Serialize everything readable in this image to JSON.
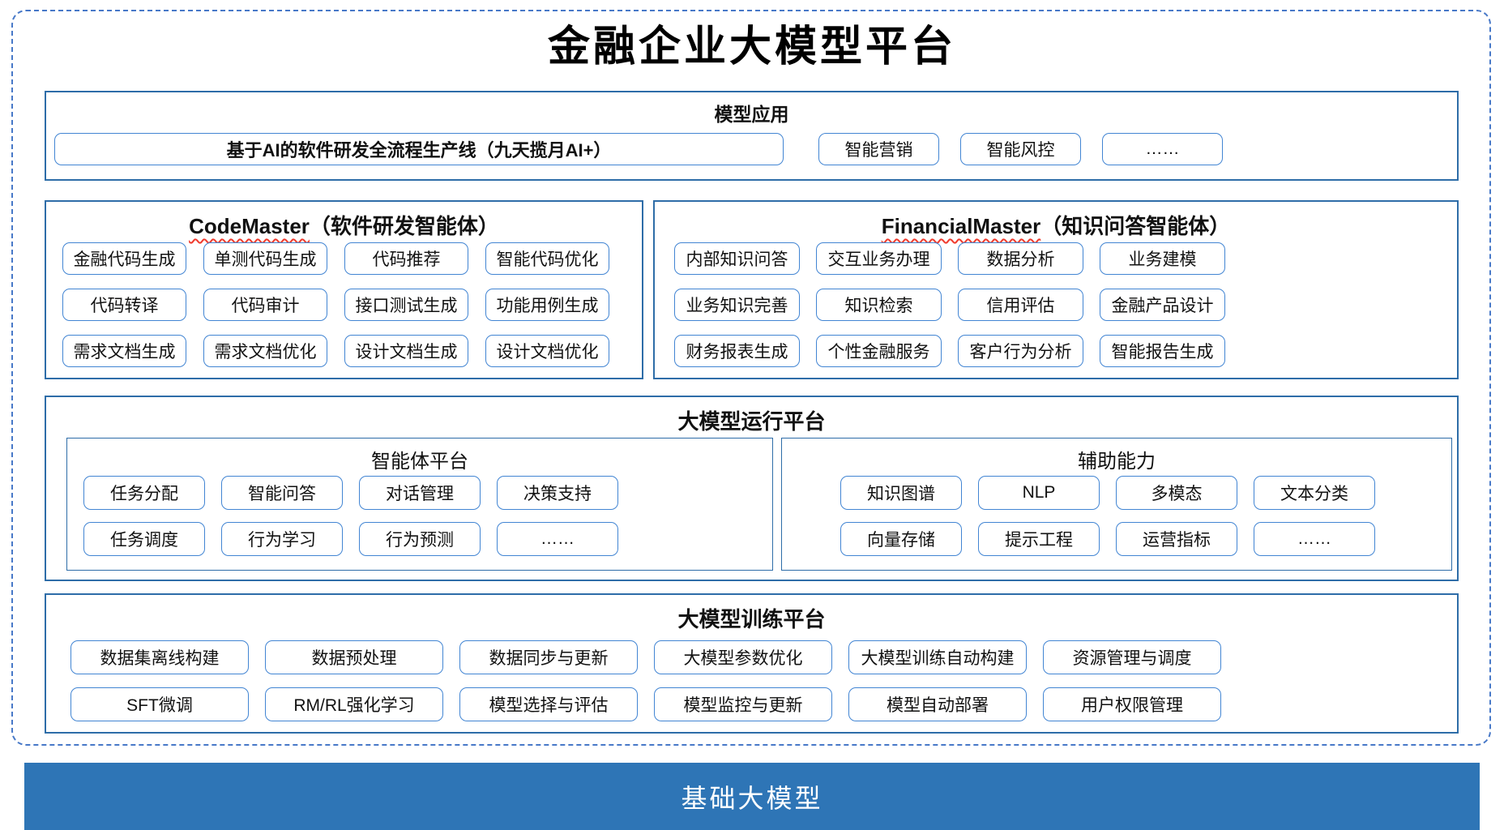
{
  "title": "金融企业大模型平台",
  "colors": {
    "section_border": "#2e6da8",
    "box_border": "#4285d3",
    "outer_dashed": "#4879c8",
    "footer_bar": "#2e75b6",
    "squiggle": "#f03a2d"
  },
  "model_app": {
    "header": "模型应用",
    "main_box": "基于AI的软件研发全流程生产线（九天揽月AI+）",
    "boxes": [
      "智能营销",
      "智能风控",
      "……"
    ]
  },
  "code_master": {
    "title_en": "CodeMaster",
    "title_zh": "（软件研发智能体）",
    "boxes": [
      "金融代码生成",
      "单测代码生成",
      "代码推荐",
      "智能代码优化",
      "代码转译",
      "代码审计",
      "接口测试生成",
      "功能用例生成",
      "需求文档生成",
      "需求文档优化",
      "设计文档生成",
      "设计文档优化"
    ]
  },
  "financial_master": {
    "title_en": "FinancialMaster",
    "title_zh": "（知识问答智能体）",
    "boxes": [
      "内部知识问答",
      "交互业务办理",
      "数据分析",
      "业务建模",
      "业务知识完善",
      "知识检索",
      "信用评估",
      "金融产品设计",
      "财务报表生成",
      "个性金融服务",
      "客户行为分析",
      "智能报告生成"
    ]
  },
  "run_platform": {
    "header": "大模型运行平台",
    "agent": {
      "title": "智能体平台",
      "boxes": [
        "任务分配",
        "智能问答",
        "对话管理",
        "决策支持",
        "任务调度",
        "行为学习",
        "行为预测",
        "……"
      ]
    },
    "aux": {
      "title": "辅助能力",
      "boxes": [
        "知识图谱",
        "NLP",
        "多模态",
        "文本分类",
        "向量存储",
        "提示工程",
        "运营指标",
        "……"
      ]
    }
  },
  "train_platform": {
    "header": "大模型训练平台",
    "boxes": [
      "数据集离线构建",
      "数据预处理",
      "数据同步与更新",
      "大模型参数优化",
      "大模型训练自动构建",
      "资源管理与调度",
      "SFT微调",
      "RM/RL强化学习",
      "模型选择与评估",
      "模型监控与更新",
      "模型自动部署",
      "用户权限管理"
    ]
  },
  "base_model": {
    "label": "基础大模型"
  }
}
